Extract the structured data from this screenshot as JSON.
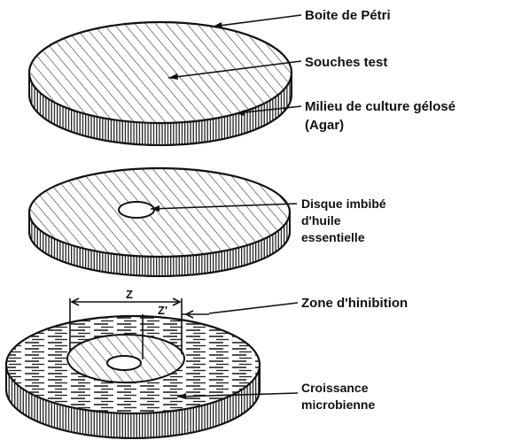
{
  "labels": {
    "boite": "Boite de Pétri",
    "souches": "Souches test",
    "milieu_line1": "Milieu de culture gélosé",
    "milieu_line2": "(Agar)",
    "disque_line1": "Disque imbibé",
    "disque_line2": "d'huile",
    "disque_line3": "essentielle",
    "zone": "Zone d'hinibition",
    "croissance_line1": "Croissance",
    "croissance_line2": "microbienne"
  },
  "dimensions": {
    "z": "Z",
    "z_prime": "Z'"
  }
}
